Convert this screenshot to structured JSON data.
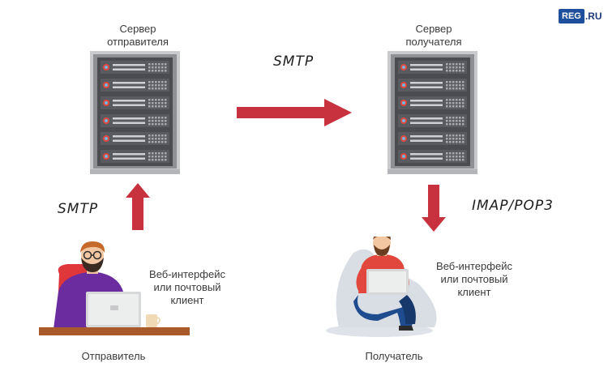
{
  "logo": {
    "box_text": "REG",
    "rest_text": ".RU"
  },
  "sender_server": {
    "line1": "Сервер",
    "line2": "отправителя"
  },
  "receiver_server": {
    "line1": "Сервер",
    "line2": "получателя"
  },
  "protocols": {
    "top": "SMTP",
    "left": "SMTP",
    "right": "IMAP/POP3"
  },
  "sender_client": {
    "line1": "Веб-интерфейс",
    "line2": "или почтовый",
    "line3": "клиент"
  },
  "receiver_client": {
    "line1": "Веб-интерфейс",
    "line2": "или почтовый",
    "line3": "клиент"
  },
  "sender_label": "Отправитель",
  "receiver_label": "Получатель",
  "colors": {
    "arrow": "#c8323f",
    "server_frame": "#c9cacc",
    "server_body": "#4b4c50",
    "shirt_sender": "#6a2c9e",
    "shirt_receiver": "#e2473d",
    "chair": "#d9dde4",
    "logo": "#1e4f9c"
  }
}
